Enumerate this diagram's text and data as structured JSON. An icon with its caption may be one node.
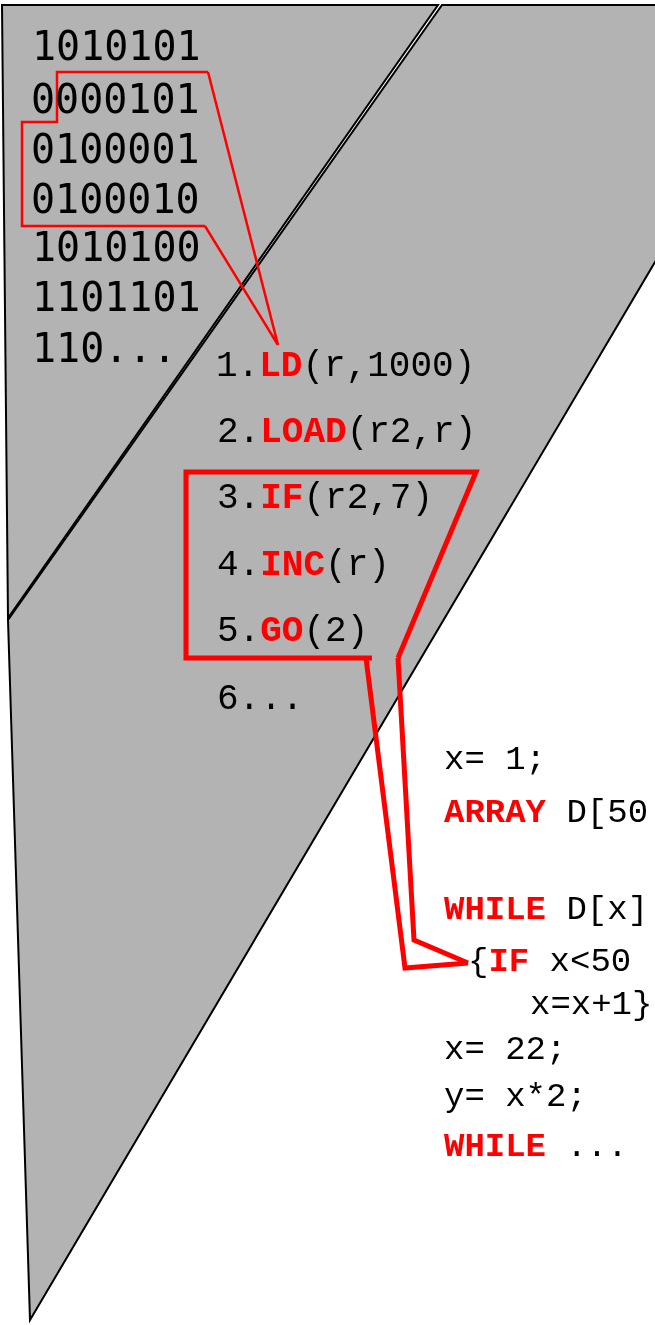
{
  "diagram": {
    "nodes": [
      {
        "text": [
          "1010101",
          "1010100",
          "1101101",
          "110..."
        ]
      },
      {
        "text": [
          "0000101",
          "0100001",
          "0100010"
        ],
        "in": 0
      },
      {
        "text": [
          "2.**LOAD**(r2,r)",
          "6..."
        ]
      },
      {
        "text": [
          "1.**LD**(r,1000)"
        ],
        "in": 2
      },
      {
        "text": [
          "3.**IF**(r2,7)",
          "4.**INC**(r)",
          "5.**GO**(2)"
        ],
        "in": 2
      },
      {
        "text": [
          "{**IF** x<50"
        ]
      }
    ],
    "edges": [
      {
        "from": 1,
        "to": 3,
        "arrow": "none"
      },
      {
        "from": 4,
        "to": 5,
        "arrow": "none",
        "style": "thick"
      }
    ],
    "labels": [
      "x= 1;",
      "**ARRAY** D[50",
      "**WHILE** D[x]",
      "x=x+1}",
      "x= 22;",
      "y= x*2;",
      "**WHILE** ..."
    ]
  }
}
